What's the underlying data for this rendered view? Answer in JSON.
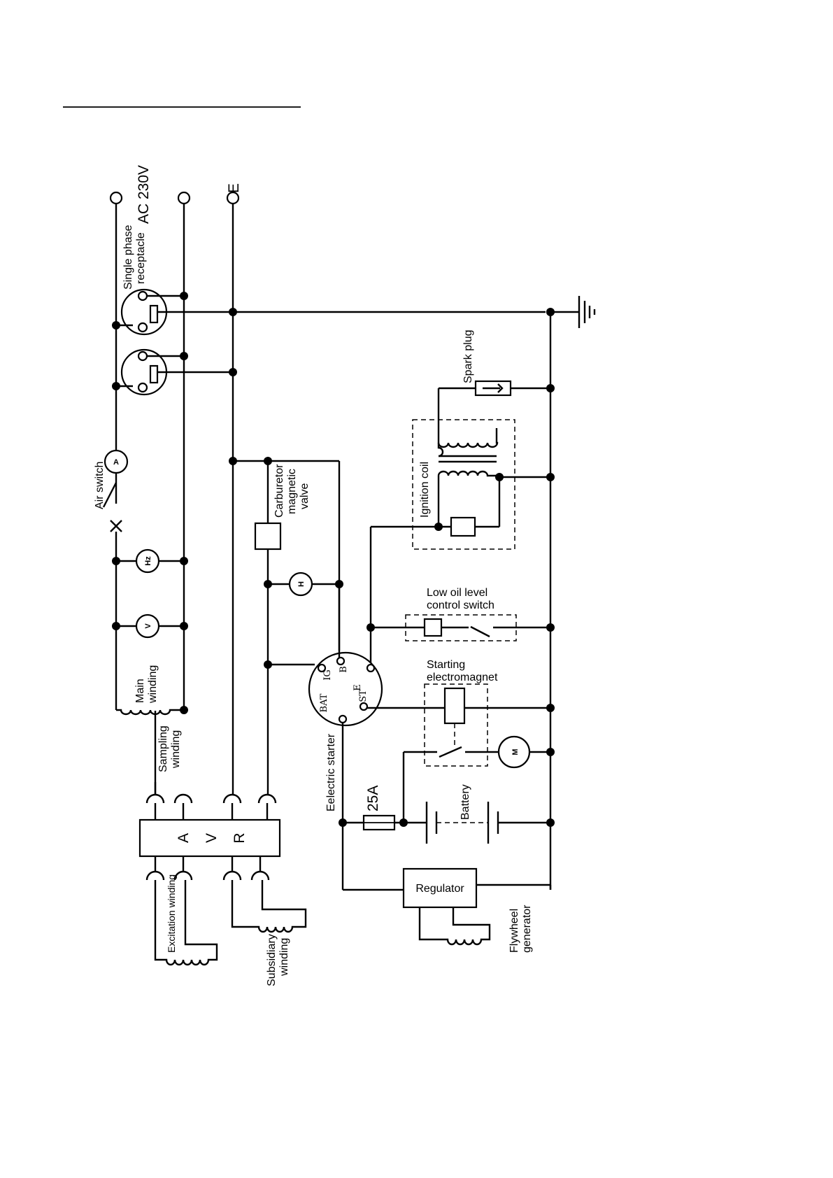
{
  "labels": {
    "ac_voltage": "AC 230V",
    "earth_terminal": "E",
    "receptacle": [
      "Single phase",
      "receptacle"
    ],
    "air_switch": "Air switch",
    "main_winding": [
      "Main",
      "winding"
    ],
    "sampling_winding": [
      "Sampling",
      "winding"
    ],
    "excitation_winding": "Excitation winding",
    "subsidiary_winding": [
      "Subsidiary",
      "winding"
    ],
    "carburetor": [
      "Carburetor",
      "magnetic",
      "valve"
    ],
    "ignition_coil": "Ignition coil",
    "spark_plug": "Spark plug",
    "low_oil": [
      "Low oil level",
      "control switch"
    ],
    "starting_em": [
      "Starting",
      "electromagnet"
    ],
    "electric_starter": "Eelectric starter",
    "fuse": "25A",
    "battery": "Battery",
    "regulator": "Regulator",
    "flywheel": [
      "Flywheel",
      "generator"
    ]
  },
  "avr_letters": [
    "A",
    "V",
    "R"
  ],
  "meters": {
    "ammeter": "A",
    "hz": "Hz",
    "voltmeter": "V",
    "hour": "H",
    "motor": "M"
  },
  "key_switch": {
    "bat": "BAT",
    "ig": "IG",
    "b": "B",
    "e": "E",
    "st": "ST"
  }
}
